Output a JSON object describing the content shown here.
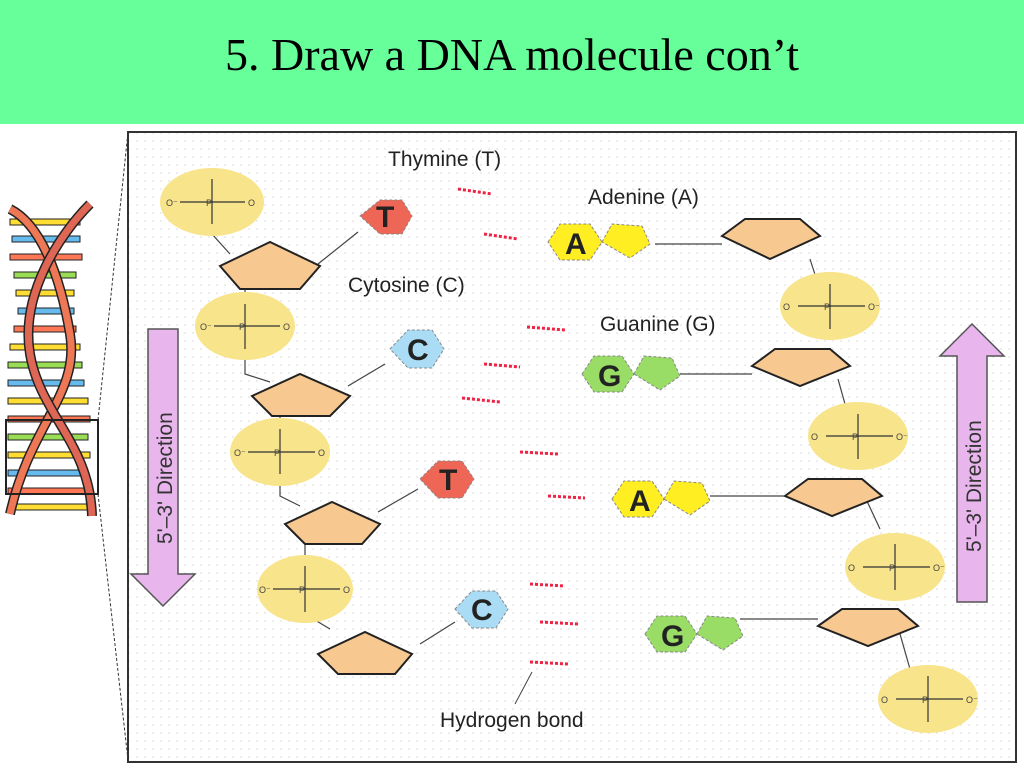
{
  "slide": {
    "title": "5. Draw a DNA molecule con’t"
  },
  "labels": {
    "thymine": "Thymine (T)",
    "adenine": "Adenine (A)",
    "cytosine": "Cytosine (C)",
    "guanine": "Guanine (G)",
    "hydrogen_bond": "Hydrogen bond",
    "left_direction": "5'–3' Direction",
    "right_direction": "5'–3' Direction"
  },
  "bases": {
    "left": [
      "T",
      "C",
      "T",
      "C"
    ],
    "right": [
      "A",
      "G",
      "A",
      "G"
    ]
  },
  "phosphate": {
    "p": "P",
    "o": "O",
    "o_minus": "O⁻"
  },
  "colors": {
    "title_bg": "#66ff99",
    "thymine": "#ee6655",
    "adenine": "#ffee22",
    "cytosine": "#aaddf5",
    "guanine": "#99dd66",
    "phosphate": "#f8e48a",
    "sugar": "#f7c890",
    "arrow": "#e8b6ec",
    "hbond": "#ee2244"
  }
}
